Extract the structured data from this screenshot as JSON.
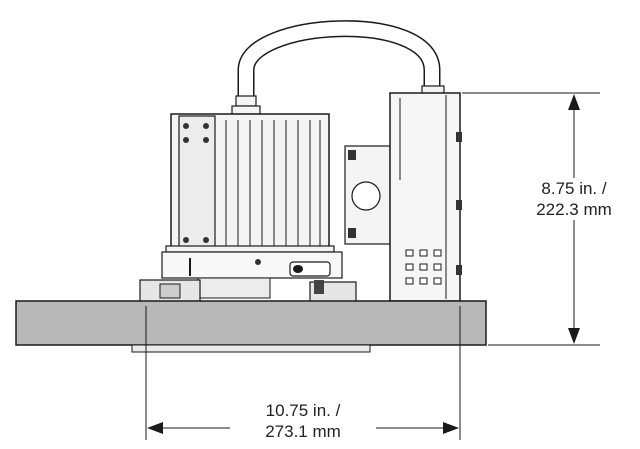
{
  "dimensions": {
    "height": {
      "line1": "8.75 in. /",
      "line2": "222.3 mm"
    },
    "width": {
      "line1": "10.75 in. /",
      "line2": "273.1 mm"
    }
  },
  "colors": {
    "outline": "#1a1a1a",
    "ceiling": "#b8b8b8",
    "body": "#f4f4f4",
    "fin_shade": "#dcdcdc"
  },
  "icons": [
    "arrow-up-icon",
    "arrow-down-icon",
    "arrow-left-icon",
    "arrow-right-icon"
  ]
}
